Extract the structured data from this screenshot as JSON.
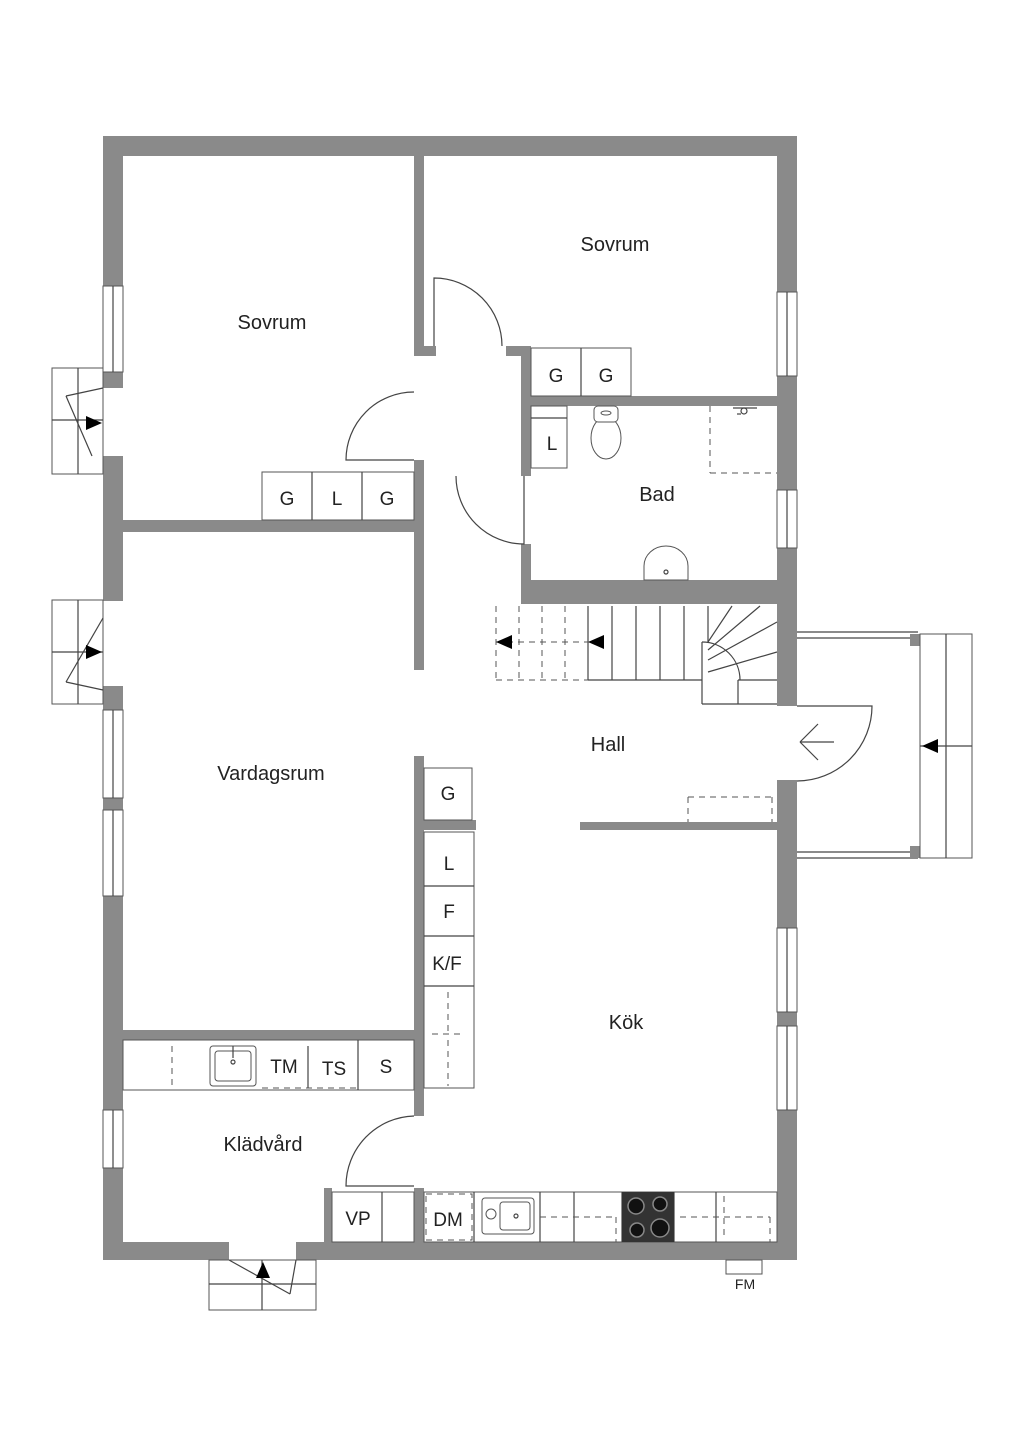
{
  "rooms": {
    "sovrum_left": "Sovrum",
    "sovrum_right": "Sovrum",
    "bad": "Bad",
    "hall": "Hall",
    "vardagsrum": "Vardagsrum",
    "kok": "Kök",
    "kladvard": "Klädvård"
  },
  "fixtures": {
    "sovrum_left_g1": "G",
    "sovrum_left_l": "L",
    "sovrum_left_g2": "G",
    "sovrum_right_g1": "G",
    "sovrum_right_g2": "G",
    "bad_l": "L",
    "hall_g": "G",
    "kok_l": "L",
    "kok_f": "F",
    "kok_kf": "K/F",
    "kladvard_tm": "TM",
    "kladvard_ts": "TS",
    "kladvard_s": "S",
    "kladvard_vp": "VP",
    "kok_dm": "DM",
    "fm": "FM"
  },
  "colors": {
    "wall": "#8a8a8a",
    "line": "#444444"
  }
}
